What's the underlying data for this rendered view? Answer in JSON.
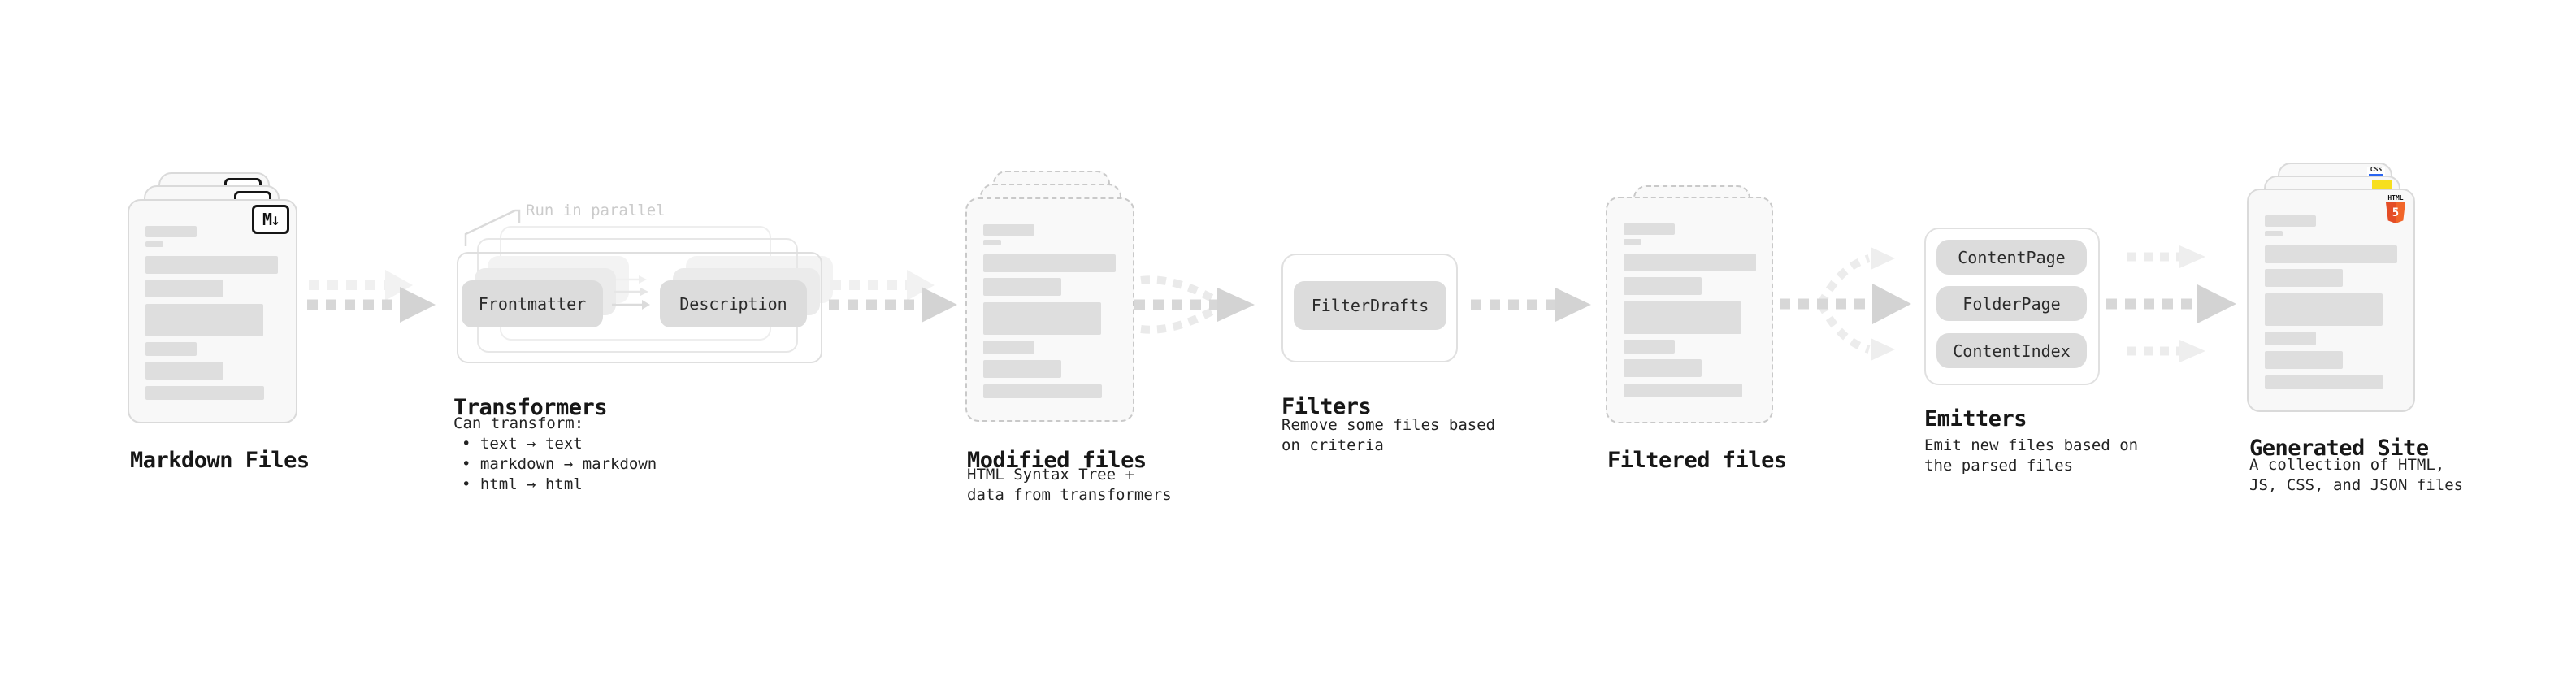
{
  "colors": {
    "background": "#ffffff",
    "doc_fill": "#f8f8f8",
    "doc_border": "#dadada",
    "dashed_doc_border": "#c9c9c9",
    "text_bar": "#dedede",
    "pill_fill": "#dcdcdc",
    "pill_text": "#2b2b2b",
    "heading_text": "#171717",
    "caption_text": "#232323",
    "annotation_text": "#cbcbcb",
    "arrow": "#d5d5d5",
    "arrow_faded": "#ededed",
    "html5_orange": "#e44d26",
    "js_yellow": "#f7df1e",
    "css_blue": "#2965f1"
  },
  "pipeline": {
    "markdown_files": {
      "title": "Markdown Files",
      "badge": "M↓"
    },
    "transformers": {
      "title": "Transformers",
      "annotation": "Run in parallel",
      "pills": [
        "Frontmatter",
        "Description"
      ],
      "caption_heading": "Can transform:",
      "bullets": [
        "• text → text",
        "• markdown → markdown",
        "• html → html"
      ]
    },
    "modified_files": {
      "title": "Modified files",
      "caption": "HTML Syntax Tree +\ndata from transformers"
    },
    "filters": {
      "title": "Filters",
      "pill": "FilterDrafts",
      "caption": "Remove some files based\non criteria"
    },
    "filtered_files": {
      "title": "Filtered files"
    },
    "emitters": {
      "title": "Emitters",
      "pills": [
        "ContentPage",
        "FolderPage",
        "ContentIndex"
      ],
      "caption": "Emit new files based on\nthe parsed files"
    },
    "generated_site": {
      "title": "Generated Site",
      "caption": "A collection of HTML,\nJS, CSS, and JSON files",
      "badges": {
        "html_label": "HTML",
        "html_number": "5",
        "css_label": "CSS"
      }
    }
  }
}
